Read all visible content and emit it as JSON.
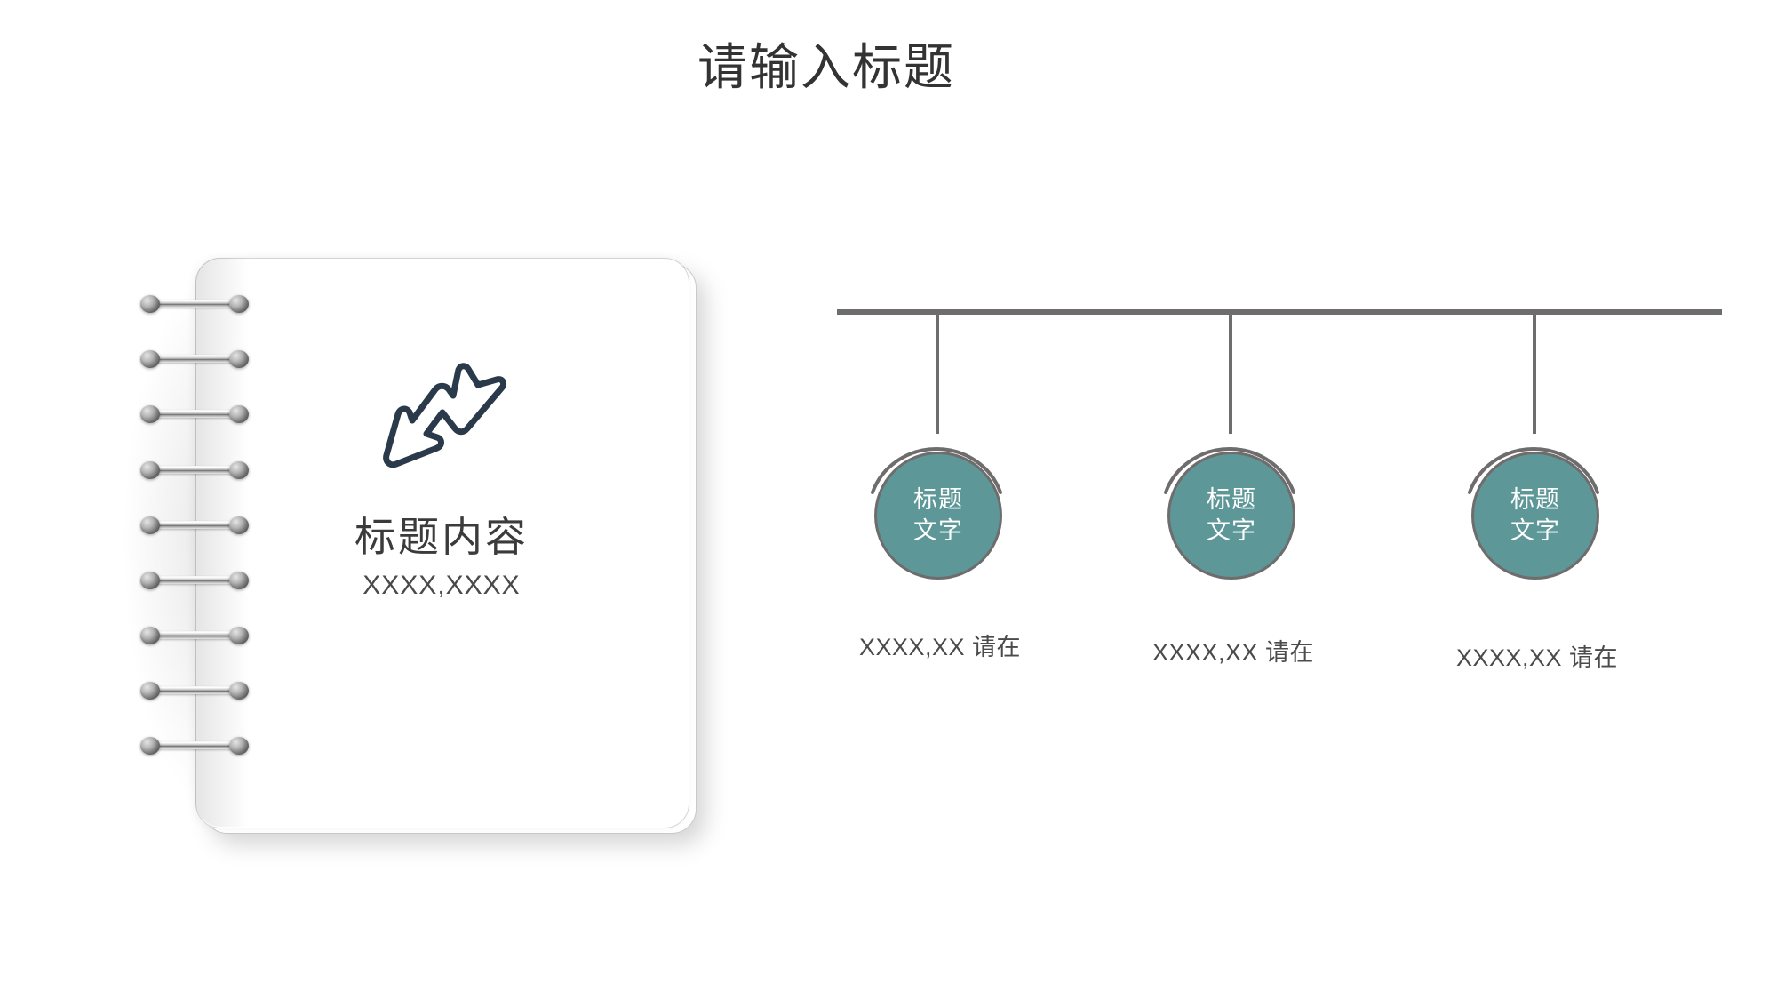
{
  "slide": {
    "title": "请输入标题",
    "background_color": "#ffffff",
    "title_color": "#333333"
  },
  "notebook": {
    "icon": "hand-drawn-zigzag-arrow-down-left-icon",
    "icon_color": "#2b3a4a",
    "heading": "标题内容",
    "subtitle": "XXXX,XXXX",
    "ring_count": 9
  },
  "hangers": {
    "rail_color": "#6f6c6d",
    "bubble_color": "#5d9797",
    "bubble_border_color": "#6f6c6d",
    "bubble_text_color": "#ffffff",
    "items": [
      {
        "label_line1": "标题",
        "label_line2": "文字",
        "caption": "XXXX,XX 请在"
      },
      {
        "label_line1": "标题",
        "label_line2": "文字",
        "caption": "XXXX,XX 请在"
      },
      {
        "label_line1": "标题",
        "label_line2": "文字",
        "caption": "XXXX,XX 请在"
      }
    ]
  }
}
